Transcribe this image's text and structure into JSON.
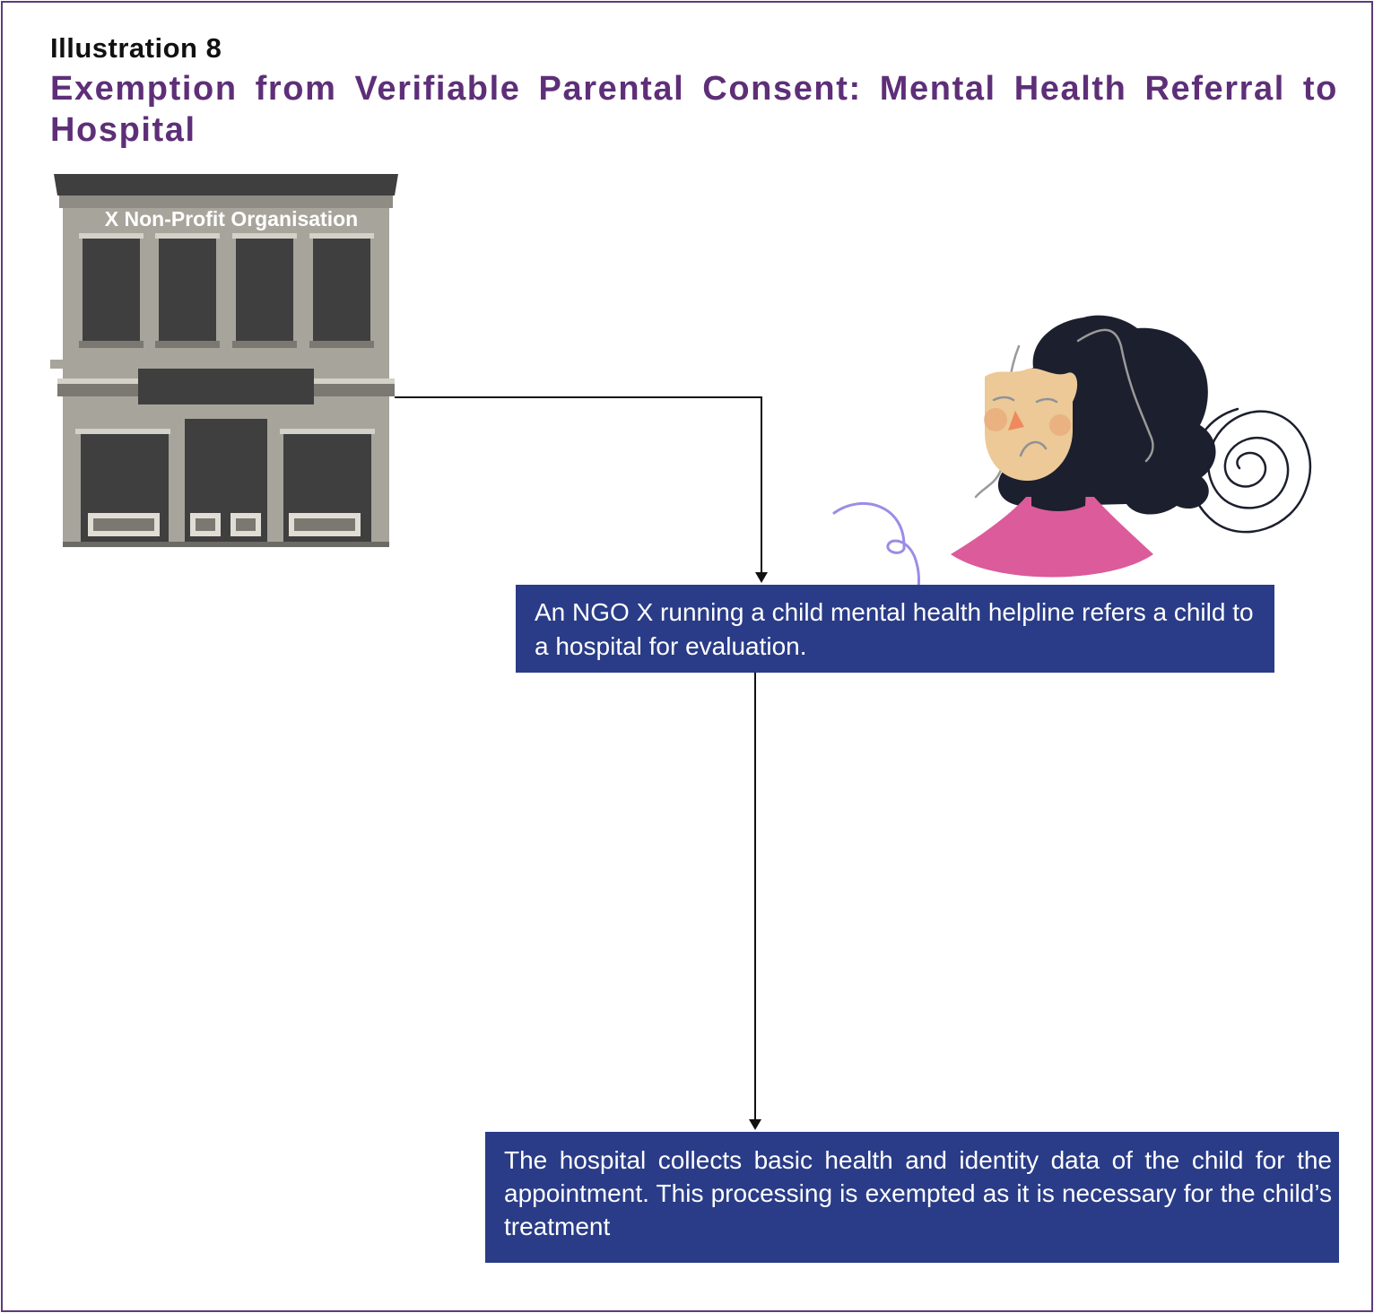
{
  "header": {
    "eyebrow": "Illustration 8",
    "title": "Exemption from Verifiable Parental Consent: Mental Health Referral to Hospital"
  },
  "building": {
    "sign_text": "X Non-Profit Organisation",
    "icon": "building-icon"
  },
  "character": {
    "icon": "worried-child-icon"
  },
  "steps": [
    {
      "text": "An NGO X running a child mental health helpline refers a child to a hospital for evaluation."
    },
    {
      "text": "The hospital collects basic health and identity data of the child for the appointment. This processing is exempted as it is necessary for the child’s treatment"
    }
  ],
  "colors": {
    "frame": "#5e3b78",
    "title": "#5e2f78",
    "box": "#2a3c87",
    "building_wall": "#a7a49c",
    "building_dark": "#3f3f3f",
    "hair": "#1c1f2e",
    "skin": "#ecc996",
    "shirt": "#dc5b9a"
  }
}
